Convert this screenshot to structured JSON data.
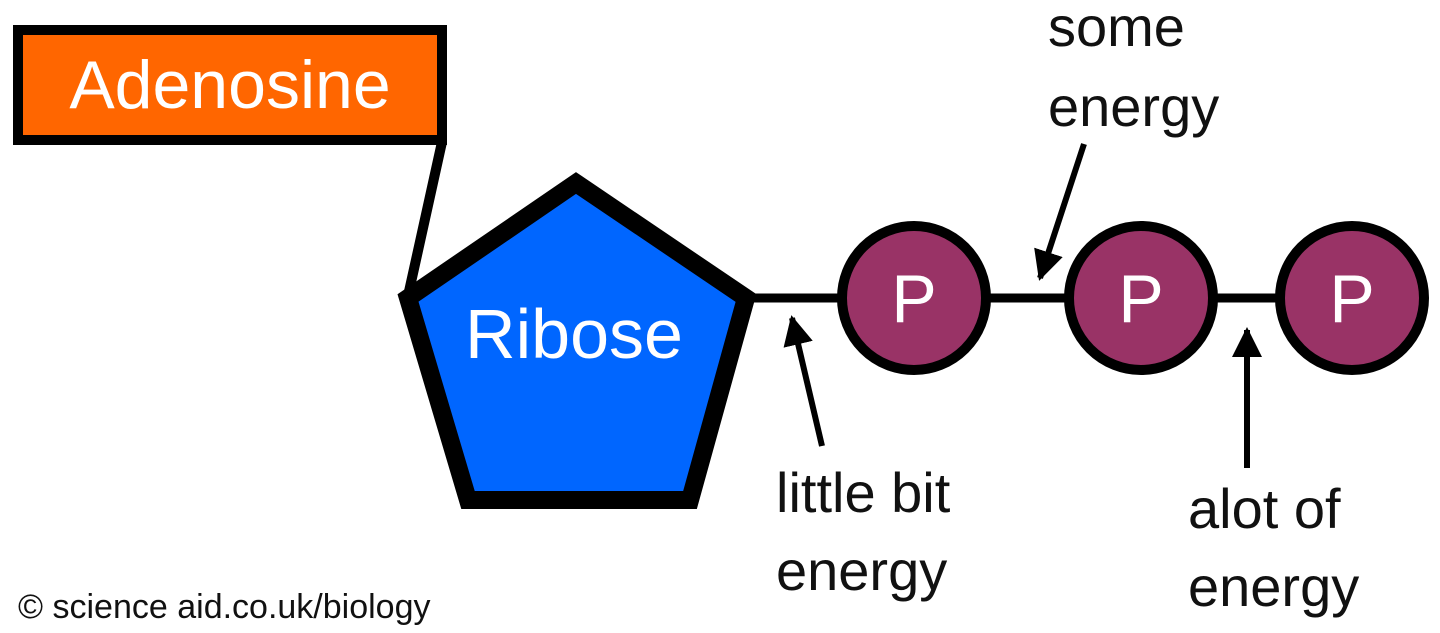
{
  "adenosine": {
    "label": "Adenosine",
    "fill": "#ff6600"
  },
  "ribose": {
    "label": "Ribose",
    "fill": "#0066ff"
  },
  "phosphates": {
    "fill": "#993366",
    "items": [
      {
        "label": "P"
      },
      {
        "label": "P"
      },
      {
        "label": "P"
      }
    ]
  },
  "annotations": {
    "little_bit": [
      "little bit",
      "energy"
    ],
    "some": [
      "some",
      "energy"
    ],
    "alot": [
      "alot of",
      "energy"
    ]
  },
  "copyright": "© science aid.co.uk/biology",
  "colors": {
    "outline": "#000000",
    "text_light": "#ffffff",
    "text_dark": "#111111",
    "background": "#ffffff"
  }
}
